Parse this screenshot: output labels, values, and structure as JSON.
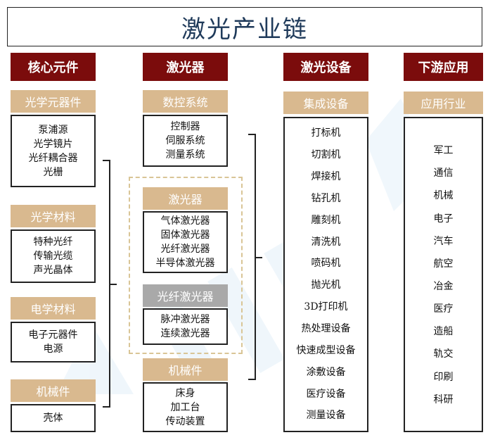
{
  "title": "激光产业链",
  "columns": {
    "core": {
      "header": "核心元件",
      "groups": [
        {
          "label": "光学元器件",
          "items": [
            "泵浦源",
            "光学镜片",
            "光纤耦合器",
            "光栅"
          ]
        },
        {
          "label": "光学材料",
          "items": [
            "特种光纤",
            "传输光缆",
            "声光晶体"
          ]
        },
        {
          "label": "电学材料",
          "items": [
            "电子元器件",
            "电源"
          ]
        },
        {
          "label": "机械件",
          "items": [
            "壳体"
          ]
        }
      ]
    },
    "laser": {
      "header": "激光器",
      "groups": [
        {
          "label": "数控系统",
          "items": [
            "控制器",
            "伺服系统",
            "测量系统"
          ]
        },
        {
          "label": "激光器",
          "items": [
            "气体激光器",
            "固体激光器",
            "光纤激光器",
            "半导体激光器"
          ]
        },
        {
          "label": "光纤激光器",
          "items": [
            "脉冲激光器",
            "连续激光器"
          ]
        },
        {
          "label": "机械件",
          "items": [
            "床身",
            "加工台",
            "传动装置"
          ]
        }
      ]
    },
    "equipment": {
      "header": "激光设备",
      "group_label": "集成设备",
      "items": [
        "打标机",
        "切割机",
        "焊接机",
        "钻孔机",
        "雕刻机",
        "清洗机",
        "喷码机",
        "抛光机",
        "3D打印机",
        "热处理设备",
        "快速成型设备",
        "涂敷设备",
        "医疗设备",
        "测量设备"
      ]
    },
    "application": {
      "header": "下游应用",
      "group_label": "应用行业",
      "items": [
        "军工",
        "通信",
        "机械",
        "电子",
        "汽车",
        "航空",
        "冶金",
        "医疗",
        "造船",
        "轨交",
        "印刷",
        "科研"
      ]
    }
  },
  "colors": {
    "header_bg": "#7b0c0c",
    "sublabel_bg": "#d9b98f",
    "sublabel_gray_bg": "#a9a9a9",
    "dashed_border": "#d9c596",
    "title_text": "#1f3a5a"
  }
}
